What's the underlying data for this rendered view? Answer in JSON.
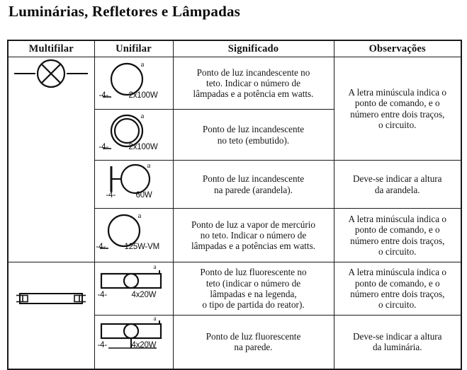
{
  "page": {
    "title": "Luminárias, Refletores e Lâmpadas"
  },
  "table": {
    "headers": {
      "multifilar": "Multifilar",
      "unifilar": "Unifilar",
      "significado": "Significado",
      "observacoes": "Observações"
    },
    "multifilar_cells": [
      {
        "symbol": "lamp-x-circle-symbol",
        "rowspan": 4
      },
      {
        "symbol": "fluorescent-tube-symbol",
        "rowspan": 2
      }
    ],
    "rows": [
      {
        "id": "row-incandescent-ceiling",
        "unifilar": {
          "symbol": "circle-lamp-symbol",
          "command_letter": "a",
          "circuit": "-4-",
          "power": "2x100W"
        },
        "significado": [
          "Ponto de luz incandescente no",
          "teto. Indicar o número de",
          "lâmpadas e a potência em watts."
        ],
        "observacoes": [
          "A letra minúscula indica o",
          "ponto de comando, e o",
          "número entre dois traços,",
          "o circuito."
        ],
        "observacoes_rowspan": 2
      },
      {
        "id": "row-incandescent-recessed",
        "unifilar": {
          "symbol": "double-circle-lamp-symbol",
          "command_letter": "a",
          "circuit": "-4-",
          "power": "2x100W"
        },
        "significado": [
          "Ponto de luz incandescente",
          "no teto (embutido)."
        ],
        "observacoes": null,
        "observacoes_rowspan": 0
      },
      {
        "id": "row-incandescent-wall",
        "unifilar": {
          "symbol": "wall-sconce-symbol",
          "command_letter": "a",
          "circuit": "-4-",
          "power": "60W"
        },
        "significado": [
          "Ponto de luz incandescente",
          "na parede (arandela)."
        ],
        "observacoes": [
          "Deve-se indicar a altura",
          "da arandela."
        ],
        "observacoes_rowspan": 1
      },
      {
        "id": "row-mercury-vapor-ceiling",
        "unifilar": {
          "symbol": "circle-lamp-symbol",
          "command_letter": "a",
          "circuit": "-4-",
          "power": "125W-VM"
        },
        "significado": [
          "Ponto de luz a vapor de mercúrio",
          "no teto. Indicar o número de",
          "lâmpadas e a potências em watts."
        ],
        "observacoes": [
          "A letra minúscula indica o",
          "ponto de comando, e o",
          "número entre dois traços,",
          "o circuito."
        ],
        "observacoes_rowspan": 1
      },
      {
        "id": "row-fluorescent-ceiling",
        "unifilar": {
          "symbol": "fluorescent-ceiling-symbol",
          "command_letter": "a",
          "circuit": "-4-",
          "power": "4x20W"
        },
        "significado": [
          "Ponto de luz fluorescente no",
          "teto (indicar o número de",
          "lâmpadas e na legenda,",
          "o tipo de partida do reator)."
        ],
        "observacoes": [
          "A letra minúscula indica o",
          "ponto de comando, e o",
          "número entre dois traços,",
          "o circuito."
        ],
        "observacoes_rowspan": 1
      },
      {
        "id": "row-fluorescent-wall",
        "unifilar": {
          "symbol": "fluorescent-wall-symbol",
          "command_letter": "a",
          "circuit": "-4-",
          "power": "4x20W"
        },
        "significado": [
          "Ponto de luz fluorescente",
          "na parede."
        ],
        "observacoes": [
          "Deve-se indicar a altura",
          "da luminária."
        ],
        "observacoes_rowspan": 1
      }
    ]
  },
  "colors": {
    "ink": "#1a1a1a",
    "paper": "#ffffff"
  }
}
